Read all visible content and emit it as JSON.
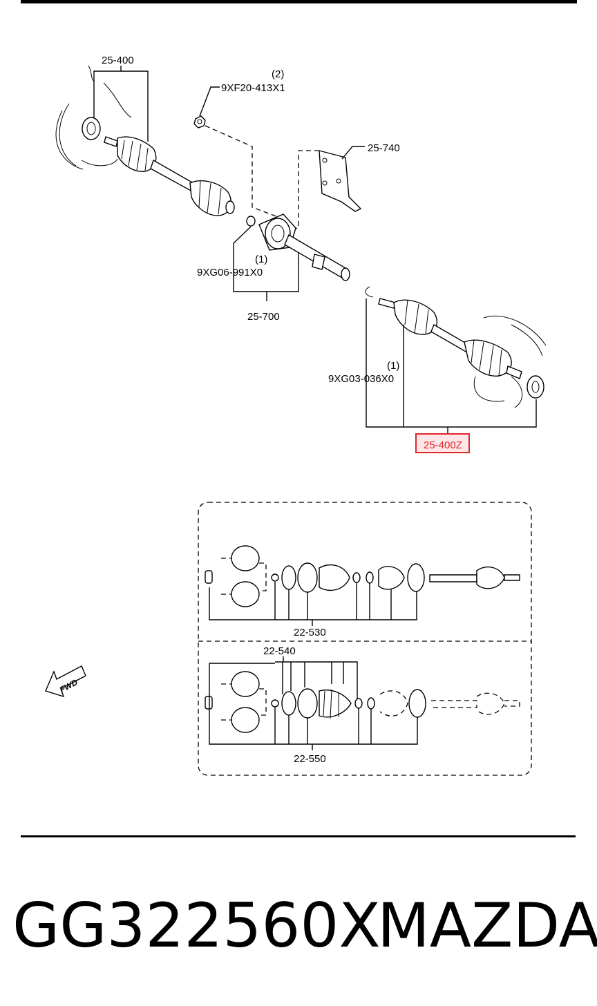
{
  "labels": {
    "p25_400": "25-400",
    "qty2": "(2)",
    "p9xf20": "9XF20-413X1",
    "p25_740": "25-740",
    "qty1a": "(1)",
    "p9xg06": "9XG06-991X0",
    "p25_700": "25-700",
    "qty1b": "(1)",
    "p9xg03": "9XG03-036X0",
    "p25_400z": "25-400Z",
    "p22_530": "22-530",
    "p22_540": "22-540",
    "p22_550": "22-550",
    "fwd": "FWD"
  },
  "footer": {
    "part_number": "GG322560X",
    "brand": "MAZDA"
  },
  "colors": {
    "highlight": "#e0262b",
    "highlight_fill": "#fde7e7",
    "ink": "#000000"
  }
}
